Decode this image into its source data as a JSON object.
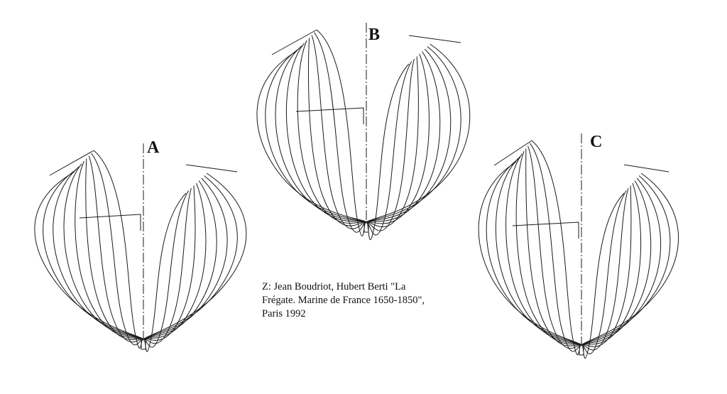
{
  "figure": {
    "labels": [
      "A",
      "B",
      "C"
    ],
    "caption_lines": [
      "Z: Jean Boudriot, Hubert Berti \"La",
      "Frégate. Marine de France 1650-1850\",",
      "Paris 1992"
    ],
    "line_color": "#1a1a1a",
    "background": "#ffffff"
  }
}
